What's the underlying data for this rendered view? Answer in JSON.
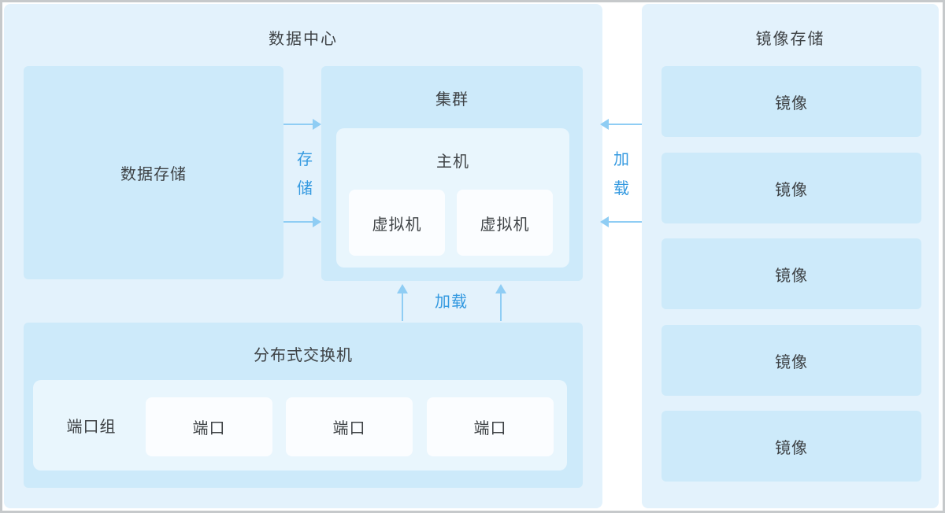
{
  "datacenter": {
    "title": "数据中心",
    "storage_box": {
      "label": "数据存储"
    },
    "cluster": {
      "label": "集群",
      "host": {
        "label": "主机",
        "vms": [
          "虚拟机",
          "虚拟机"
        ]
      }
    },
    "switch": {
      "label": "分布式交换机",
      "port_group": {
        "label": "端口组",
        "ports": [
          "端口",
          "端口",
          "端口"
        ]
      }
    }
  },
  "image_storage": {
    "title": "镜像存储",
    "images": [
      "镜像",
      "镜像",
      "镜像",
      "镜像",
      "镜像"
    ]
  },
  "flows": {
    "storage_label": "存储",
    "switch_load_label": "加载",
    "image_load_label": "加载"
  },
  "colors": {
    "border": "#c6c9cb",
    "container_bg": "#e3f2fc",
    "box_bg": "#cdeafa",
    "inner_box_bg": "#e9f6fd",
    "leaf_box_bg": "#fbfdff",
    "arrow": "#8fcdf4",
    "flow_label": "#3399e0",
    "text": "#3e4245"
  }
}
